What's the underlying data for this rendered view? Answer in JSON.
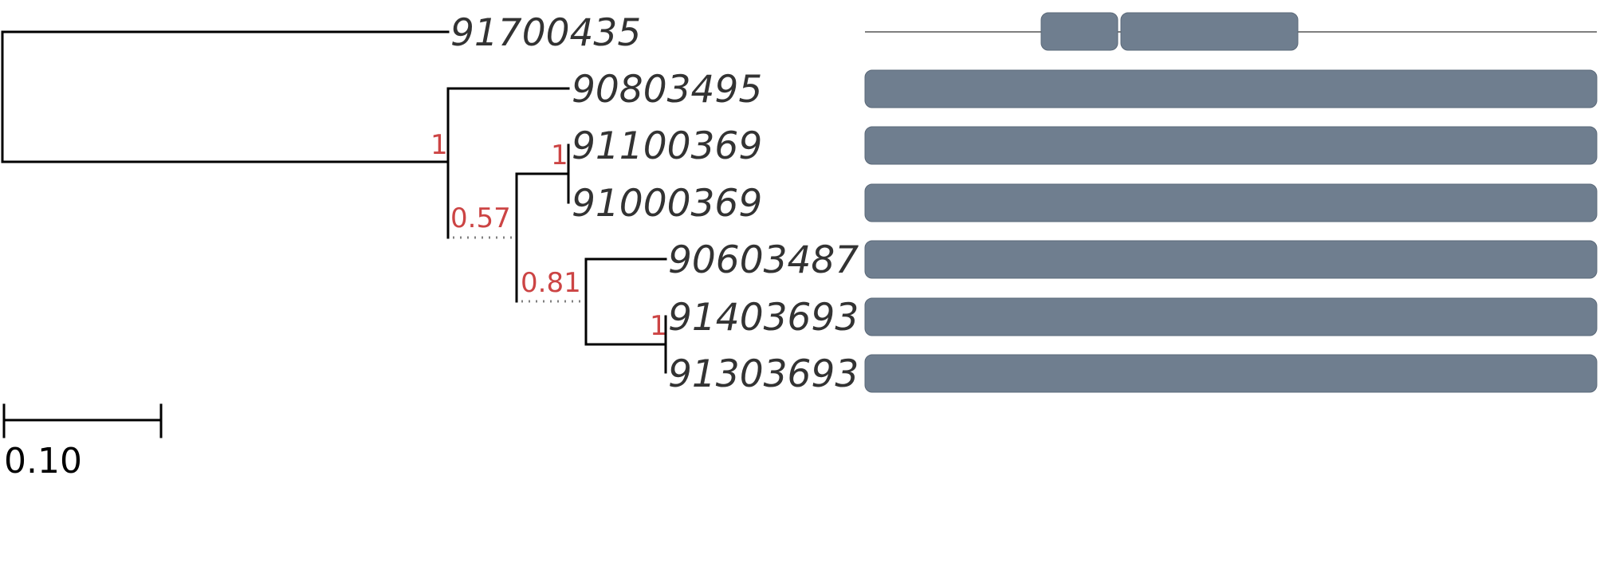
{
  "colors": {
    "branch": "#000000",
    "support": "#cc4444",
    "domain": "#6f7e8f",
    "label": "#333333"
  },
  "tree": {
    "leaves": [
      {
        "id": "leaf-0",
        "name": "91700435"
      },
      {
        "id": "leaf-1",
        "name": "90803495"
      },
      {
        "id": "leaf-2",
        "name": "91100369"
      },
      {
        "id": "leaf-3",
        "name": "91000369"
      },
      {
        "id": "leaf-4",
        "name": "90603487"
      },
      {
        "id": "leaf-5",
        "name": "91403693"
      },
      {
        "id": "leaf-6",
        "name": "91303693"
      }
    ],
    "support_values": {
      "node_a": "1",
      "node_b": "0.57",
      "node_c": "1",
      "node_d": "0.81",
      "node_e": "1"
    },
    "scale_bar": {
      "label": "0.10",
      "value": 0.1
    }
  },
  "domain_tracks": [
    {
      "leaf": "91700435",
      "full_length": false,
      "domains": 2
    },
    {
      "leaf": "90803495",
      "full_length": true,
      "domains": 1
    },
    {
      "leaf": "91100369",
      "full_length": true,
      "domains": 1
    },
    {
      "leaf": "91000369",
      "full_length": true,
      "domains": 1
    },
    {
      "leaf": "90603487",
      "full_length": true,
      "domains": 1
    },
    {
      "leaf": "91403693",
      "full_length": true,
      "domains": 1
    },
    {
      "leaf": "91303693",
      "full_length": true,
      "domains": 1
    }
  ]
}
